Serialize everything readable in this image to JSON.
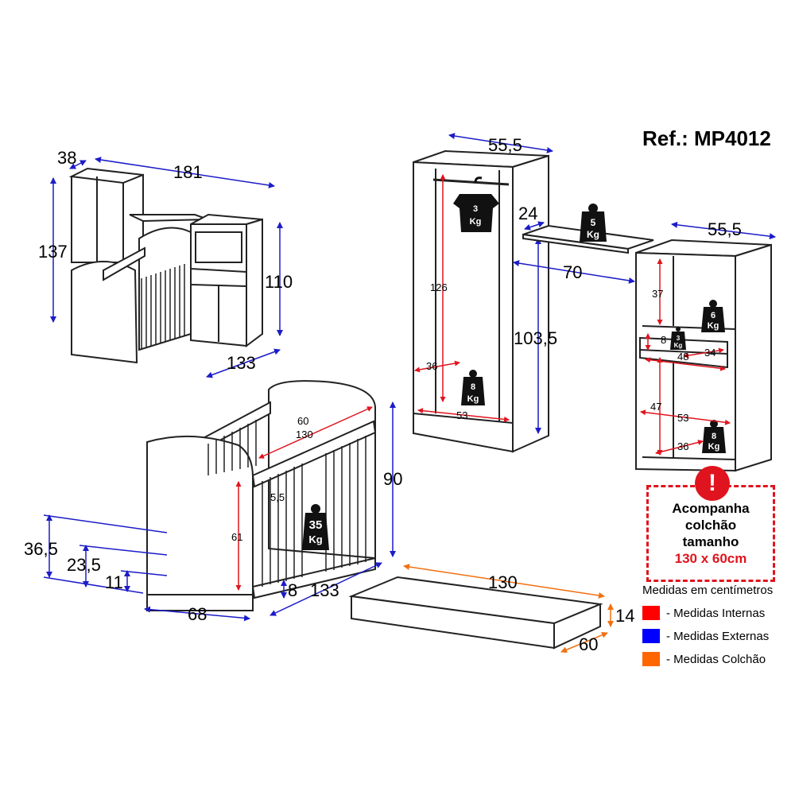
{
  "reference": "Ref.: MP4012",
  "notice": {
    "line1": "Acompanha",
    "line2": "colchão",
    "line3": "tamanho",
    "line4": "130 x 60cm",
    "icon": "exclamation-icon"
  },
  "legend": {
    "title": "Medidas em centímetros",
    "items": [
      {
        "label": "- Medidas Internas",
        "color": "#ff0000"
      },
      {
        "label": "- Medidas Externas",
        "color": "#0000ff"
      },
      {
        "label": "- Medidas Colchão",
        "color": "#ff6600"
      }
    ]
  },
  "overview": {
    "depth": "38",
    "width": "181",
    "height": "137",
    "dresser_height": "110",
    "length": "133"
  },
  "crib": {
    "inner_width": "60",
    "inner_length": "130",
    "slat_gap": "5,5",
    "inner_height": "61",
    "height": "90",
    "length": "133",
    "depth": "68",
    "leg": "8",
    "base_high": "36,5",
    "base_mid": "23,5",
    "base_low": "11",
    "load": {
      "value": "35",
      "unit": "Kg"
    }
  },
  "wardrobe": {
    "width": "55,5",
    "inner_height": "126",
    "inner_depth": "36",
    "inner_width": "53",
    "height": "103,5",
    "load_hanger": {
      "value": "3",
      "unit": "Kg"
    },
    "load_bottom": {
      "value": "8",
      "unit": "Kg"
    }
  },
  "shelf": {
    "depth": "24",
    "length": "70",
    "load": {
      "value": "5",
      "unit": "Kg"
    }
  },
  "dresser": {
    "width": "55,5",
    "upper_height": "37",
    "drawer_height": "8",
    "drawer_depth": "34",
    "drawer_width": "48",
    "lower_height": "47",
    "inner_width": "53",
    "inner_depth": "36",
    "load_upper": {
      "value": "6",
      "unit": "Kg"
    },
    "load_drawer": {
      "value": "3",
      "unit": "Kg"
    },
    "load_lower": {
      "value": "8",
      "unit": "Kg"
    }
  },
  "mattress": {
    "length": "130",
    "height": "14",
    "width": "60"
  }
}
